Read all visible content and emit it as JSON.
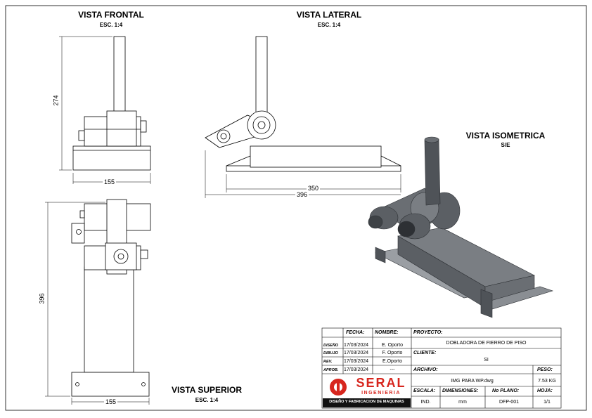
{
  "views": {
    "front": {
      "title": "VISTA FRONTAL",
      "scale": "ESC. 1:4",
      "dim_height": "274",
      "dim_width": "155"
    },
    "side": {
      "title": "VISTA LATERAL",
      "scale": "ESC. 1:4",
      "dim_inner": "350",
      "dim_outer": "396"
    },
    "top": {
      "title": "VISTA SUPERIOR",
      "scale": "ESC. 1:4",
      "dim_height": "396",
      "dim_width": "155"
    },
    "iso": {
      "title": "VISTA ISOMETRICA",
      "scale": "S/E"
    }
  },
  "title_block": {
    "headers": {
      "fecha": "FECHA:",
      "nombre": "NOMBRE:",
      "proyecto": "PROYECTO:",
      "cliente": "CLIENTE:",
      "archivo": "ARCHIVO:",
      "peso": "PESO:",
      "escala": "ESCALA:",
      "dimensiones": "DIMENSIONES:",
      "no_plano": "No PLANO:",
      "hoja": "HOJA:"
    },
    "rows": [
      {
        "role": "DISEÑO",
        "date": "17/03/2024",
        "name": "E. Oporto"
      },
      {
        "role": "DIBUJO",
        "date": "17/03/2024",
        "name": "F. Oporto"
      },
      {
        "role": "REV.",
        "date": "17/03/2024",
        "name": "E.Oporto"
      },
      {
        "role": "APROB.",
        "date": "17/03/2024",
        "name": "---"
      }
    ],
    "proyecto": "DOBLADORA DE FIERRO DE PISO",
    "cliente": "SI",
    "archivo": "IMG PARA WP.dwg",
    "peso": "7.53 KG",
    "escala": "IND.",
    "dimensiones": "mm",
    "no_plano": "DFP-001",
    "hoja": "1/1",
    "logo": {
      "brand": "SERAL",
      "sub": "INGENIERIA",
      "tagline": "DISEÑO Y FABRICACION DE MAQUINAS",
      "brand_color": "#d7261e"
    }
  },
  "colors": {
    "part_dark": "#5b5f64",
    "part_mid": "#7a7e83",
    "part_light": "#9a9ea3"
  }
}
